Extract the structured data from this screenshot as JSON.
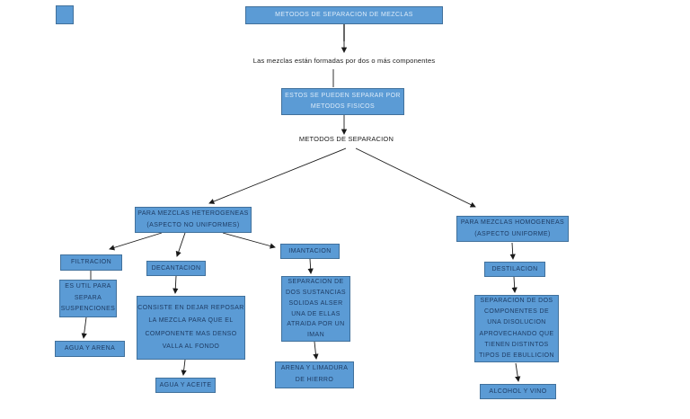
{
  "colors": {
    "box_fill": "#5b9bd5",
    "box_border": "#41719c",
    "text_light": "#dcebf9",
    "text_dark": "#1e3c64",
    "arrow": "#1a1a1a"
  },
  "diagram": {
    "root": "METODOS DE SEPARACION DE MEZCLAS",
    "intro_note": "Las mezclas están formadas por dos o más componentes",
    "physical": "ESTOS SE PUEDEN SEPARAR POR\nMETODOS FISICOS",
    "separation_note": "METODOS DE SEPARACION",
    "heterogeneous": "PARA MEZCLAS HETEROGENEAS\n(ASPECTO NO UNIFORMES)",
    "homogeneous": "PARA MEZCLAS HOMOGENEAS\n(ASPECTO UNIFORME)",
    "filtration": {
      "method": "FILTRACION",
      "description": "ES UTIL PARA\nSEPARA\nSUSPENCIONES",
      "example": "AGUA Y ARENA"
    },
    "decantation": {
      "method": "DECANTACION",
      "description": "CONSISTE EN DEJAR REPOSAR\nLA MEZCLA PARA QUE EL\nCOMPONENTE MAS DENSO\nVALLA AL FONDO",
      "example": "AGUA Y ACEITE"
    },
    "magnetization": {
      "method": "IMANTACION",
      "description": "SEPARACION DE\nDOS SUSTANCIAS\nSOLIDAS ALSER\nUNA DE ELLAS\nATRAIDA POR UN\nIMAN",
      "example": "ARENA Y LIMADURA\nDE HIERRO"
    },
    "distillation": {
      "method": "DESTILACION",
      "description": "SEPARACION DE DOS\nCOMPONENTES DE\nUNA DISOLUCION\nAPROVECHANDO QUE\nTIENEN DISTINTOS\nTIPOS DE EBULLICION",
      "example": "ALCOHOL Y VINO"
    }
  }
}
